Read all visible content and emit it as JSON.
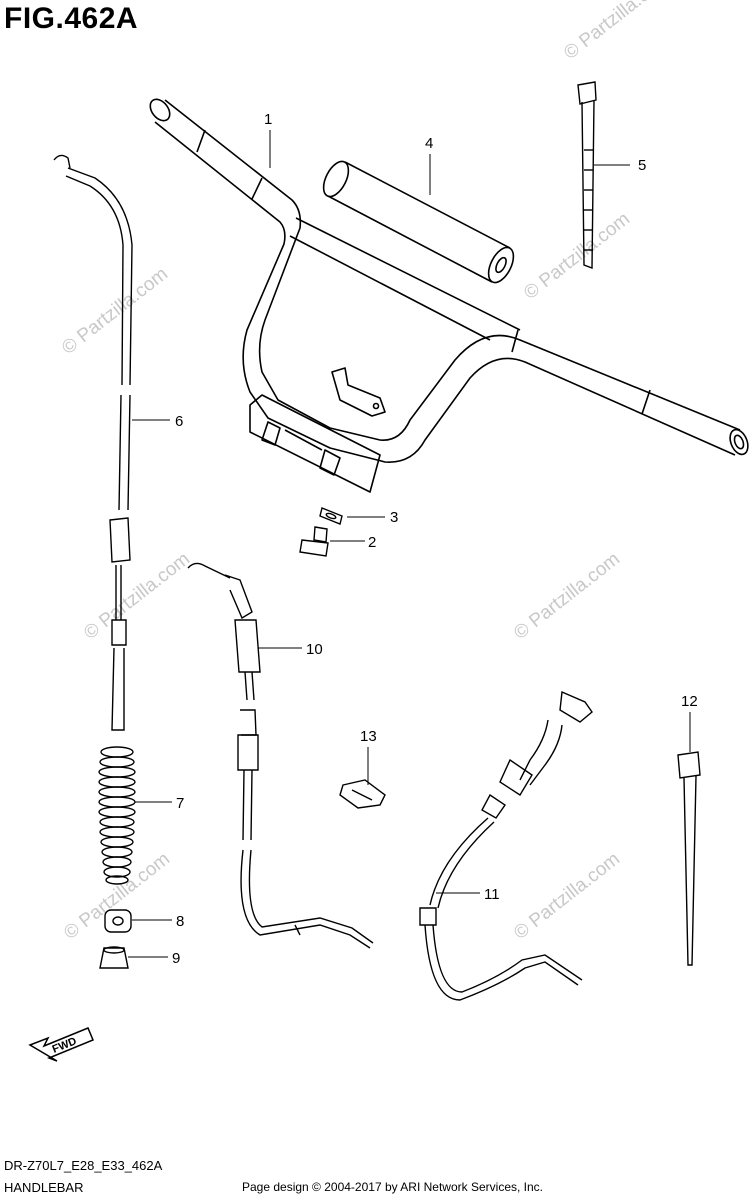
{
  "figure": {
    "title": "FIG.462A",
    "model_code": "DR-Z70L7_E28_E33_462A",
    "section_name": "HANDLEBAR",
    "credit": "Page design © 2004-2017 by ARI Network Services, Inc."
  },
  "watermark": {
    "text": "© Partzilla.com"
  },
  "fwd_arrow": {
    "label": "FWD"
  },
  "parts": [
    {
      "ref": "1",
      "name": "handlebar"
    },
    {
      "ref": "2",
      "name": "bolt"
    },
    {
      "ref": "3",
      "name": "washer"
    },
    {
      "ref": "4",
      "name": "handlebar-pad"
    },
    {
      "ref": "5",
      "name": "cable-tie-clamp"
    },
    {
      "ref": "6",
      "name": "throttle-cable"
    },
    {
      "ref": "7",
      "name": "cable-boot"
    },
    {
      "ref": "8",
      "name": "cable-cap"
    },
    {
      "ref": "9",
      "name": "nut"
    },
    {
      "ref": "10",
      "name": "brake-cable"
    },
    {
      "ref": "11",
      "name": "choke-cable"
    },
    {
      "ref": "12",
      "name": "cable-tie"
    },
    {
      "ref": "13",
      "name": "cable-clamp"
    }
  ]
}
